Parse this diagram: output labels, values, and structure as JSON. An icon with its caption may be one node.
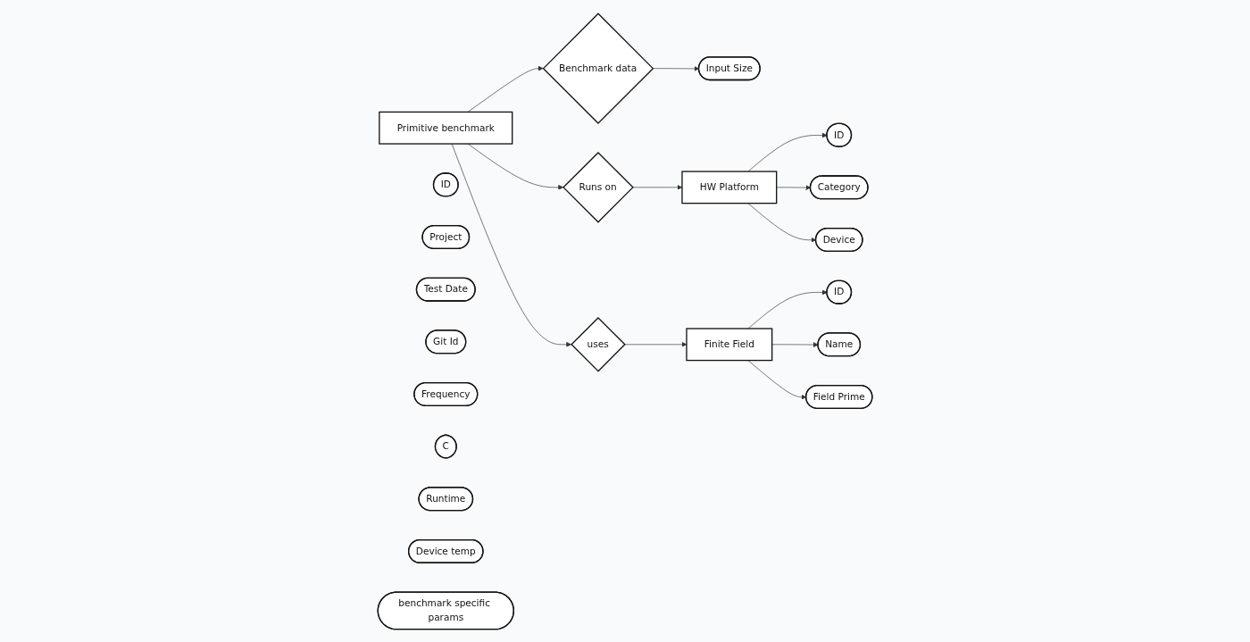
{
  "diagram": {
    "nodes": [
      {
        "text": [
          "ID"
        ]
      },
      {
        "text": [
          "Project"
        ]
      },
      {
        "text": [
          "Test Date"
        ]
      },
      {
        "text": [
          "Git Id"
        ]
      },
      {
        "text": [
          "Frequency"
        ]
      },
      {
        "text": [
          "Input Size"
        ]
      },
      {
        "text": [
          "C"
        ]
      },
      {
        "text": [
          "Runtime"
        ]
      },
      {
        "text": [
          "Device temp"
        ]
      },
      {
        "text": [
          "benchmark specific params"
        ]
      },
      {
        "text": [
          "Benchmark data"
        ]
      },
      {
        "text": [
          "Primitive benchmark"
        ]
      },
      {
        "text": [
          "Runs on"
        ]
      },
      {
        "text": [
          "HW Platform"
        ]
      },
      {
        "text": [
          "uses"
        ]
      },
      {
        "text": [
          "Finite Field"
        ]
      },
      {
        "text": [
          "ID"
        ]
      },
      {
        "text": [
          "Category"
        ]
      },
      {
        "text": [
          "Device"
        ]
      },
      {
        "text": [
          "ID"
        ]
      },
      {
        "text": [
          "Name"
        ]
      },
      {
        "text": [
          "Field Prime"
        ]
      }
    ],
    "edges": [
      {
        "from": 11,
        "to": 10,
        "arrow": "to"
      },
      {
        "from": 10,
        "to": 5,
        "arrow": "to"
      },
      {
        "from": 11,
        "to": 12,
        "arrow": "to"
      },
      {
        "from": 12,
        "to": 13,
        "arrow": "to"
      },
      {
        "from": 11,
        "to": 14,
        "arrow": "to"
      },
      {
        "from": 14,
        "to": 15,
        "arrow": "to"
      },
      {
        "from": 13,
        "to": 16,
        "arrow": "to"
      },
      {
        "from": 13,
        "to": 17,
        "arrow": "to"
      },
      {
        "from": 13,
        "to": 18,
        "arrow": "to"
      },
      {
        "from": 15,
        "to": 19,
        "arrow": "to"
      },
      {
        "from": 15,
        "to": 20,
        "arrow": "to"
      },
      {
        "from": 15,
        "to": 21,
        "arrow": "to"
      }
    ]
  }
}
